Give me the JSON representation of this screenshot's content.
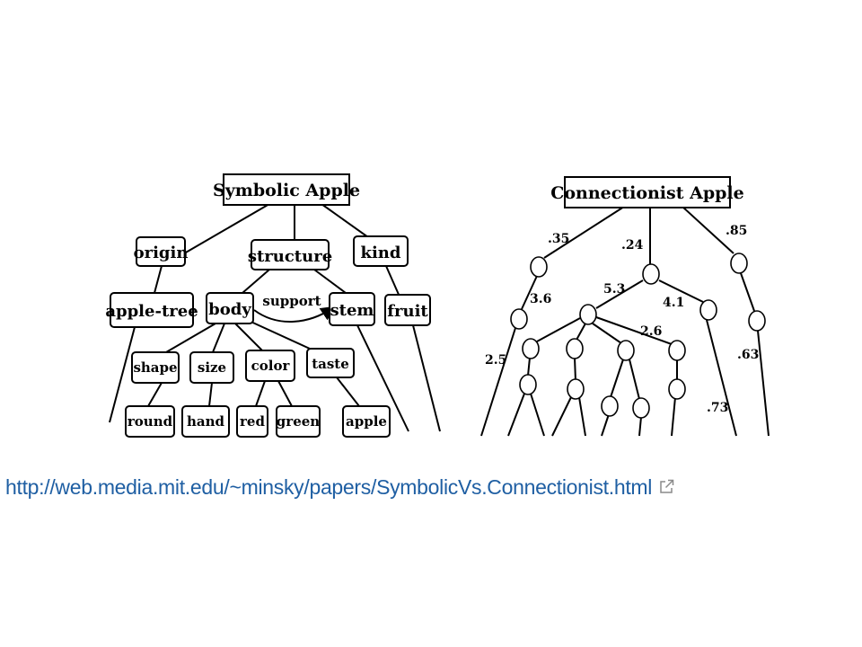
{
  "symbolic": {
    "title": "Symbolic Apple",
    "nodes": {
      "origin": "origin",
      "structure": "structure",
      "kind": "kind",
      "apple_tree": "apple-tree",
      "body": "body",
      "stem": "stem",
      "fruit": "fruit",
      "shape": "shape",
      "size": "size",
      "color": "color",
      "taste": "taste",
      "round": "round",
      "hand": "hand",
      "red": "red",
      "green": "green",
      "apple": "apple"
    },
    "relation_label": "support"
  },
  "connectionist": {
    "title": "Connectionist Apple",
    "weights": {
      "w_035": ".35",
      "w_024": ".24",
      "w_085": ".85",
      "w_36": "3.6",
      "w_53": "5.3",
      "w_41": "4.1",
      "w_26": "2.6",
      "w_25": "2.5",
      "w_063": ".63",
      "w_073": ".73"
    }
  },
  "source": {
    "url": "http://web.media.mit.edu/~minsky/papers/SymbolicVs.Connectionist.html",
    "icon": "external-link-icon"
  }
}
